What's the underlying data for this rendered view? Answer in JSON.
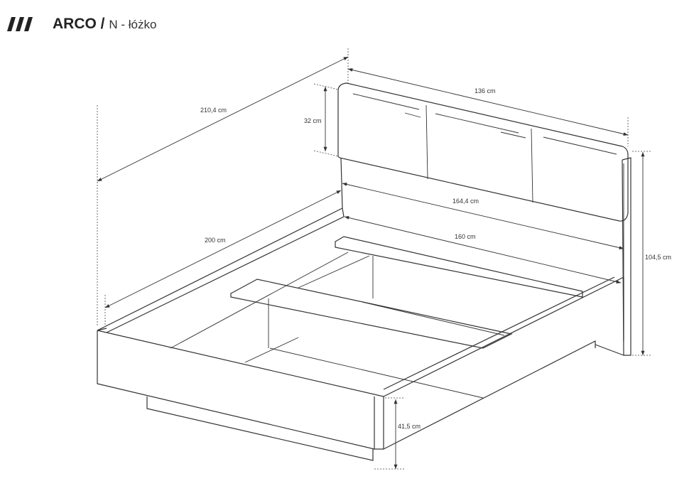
{
  "header": {
    "brand": "ARCO /",
    "subtitle": "N - łóżko",
    "logo_icon": "triple-slash-logo"
  },
  "dimensions": {
    "overall_length": "210,4 cm",
    "headboard_width": "136 cm",
    "cushion_height": "32 cm",
    "frame_width": "164,4 cm",
    "mattress_width": "160 cm",
    "mattress_length": "200 cm",
    "total_height": "104,5 cm",
    "frame_height": "41,5 cm"
  }
}
